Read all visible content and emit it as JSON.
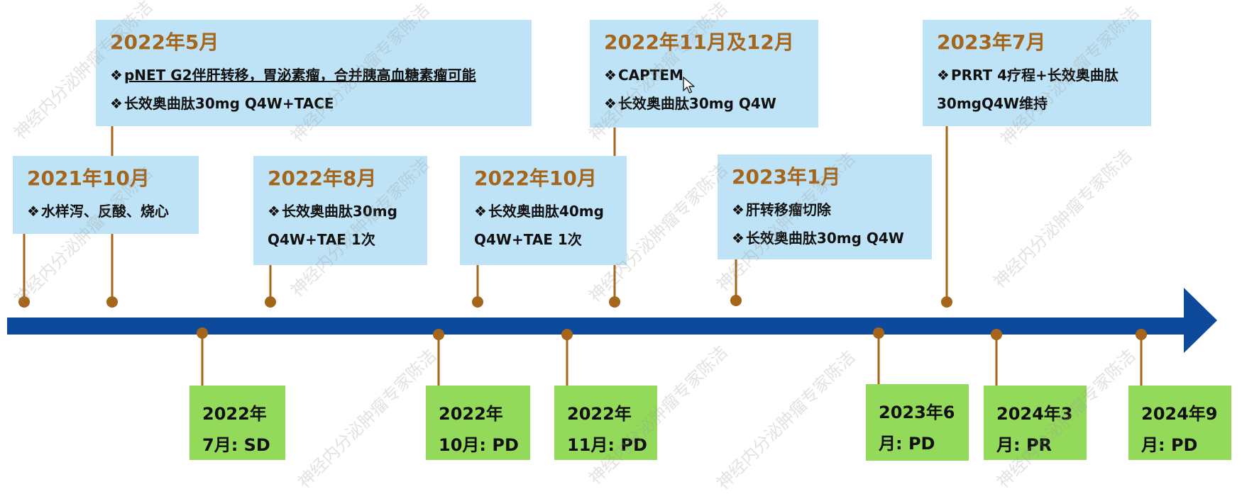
{
  "bullet": "❖",
  "colors": {
    "axis": "#0d4a9b",
    "connector": "#a5651a",
    "event_box": "#bfe3f6",
    "response_box": "#93da5a",
    "date_text": "#a5651a"
  },
  "events": [
    {
      "date": "2022年5月",
      "items": [
        "pNET G2伴肝转移，胃泌素瘤，合并胰高血糖素瘤可能",
        "长效奥曲肽30mg Q4W+TACE"
      ]
    },
    {
      "date": "2022年11月及12月",
      "items": [
        "CAPTEM",
        "长效奥曲肽30mg Q4W"
      ]
    },
    {
      "date": "2023年7月",
      "items": [
        "PRRT 4疗程+长效奥曲肽",
        "30mgQ4W维持"
      ]
    },
    {
      "date": "2021年10月",
      "items": [
        "水样泻、反酸、烧心"
      ]
    },
    {
      "date": "2022年8月",
      "items": [
        "长效奥曲肽30mg",
        "Q4W+TAE 1次"
      ]
    },
    {
      "date": "2022年10月",
      "items": [
        "长效奥曲肽40mg",
        "Q4W+TAE 1次"
      ]
    },
    {
      "date": "2023年1月",
      "items": [
        "肝转移瘤切除",
        "长效奥曲肽30mg Q4W"
      ]
    }
  ],
  "responses": [
    {
      "line1": "2022年",
      "line2": "7月: SD"
    },
    {
      "line1": "2022年",
      "line2": "10月: PD"
    },
    {
      "line1": "2022年",
      "line2": "11月: PD"
    },
    {
      "line1": "2023年6",
      "line2": "月: PD"
    },
    {
      "line1": "2024年3",
      "line2": "月:  PR"
    },
    {
      "line1": "2024年9",
      "line2": "月:  PD"
    }
  ],
  "watermark": "神经内分泌肿瘤专家陈洁"
}
